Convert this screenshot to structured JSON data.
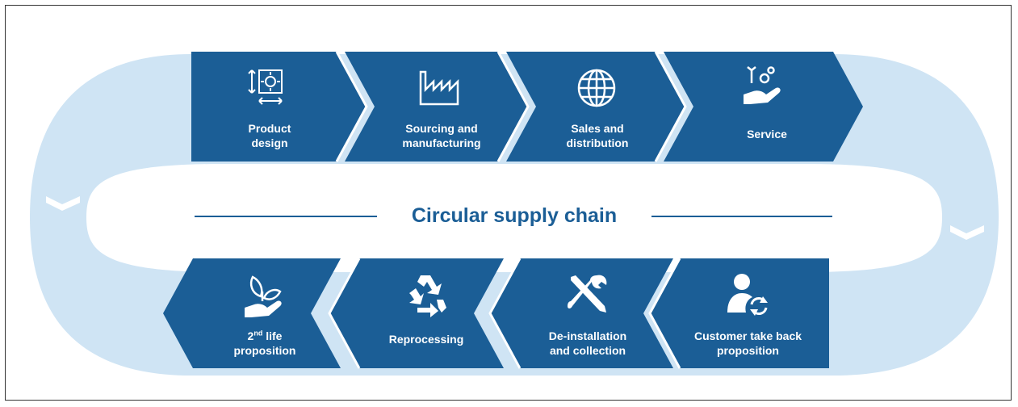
{
  "center_title": "Circular supply chain",
  "colors": {
    "primary_blue": "#1b5e96",
    "light_blue": "#cfe4f4",
    "white": "#ffffff"
  },
  "top_steps": [
    {
      "label": "Product\ndesign",
      "icon": "product-design-icon"
    },
    {
      "label": "Sourcing and\nmanufacturing",
      "icon": "factory-icon"
    },
    {
      "label": "Sales and\ndistribution",
      "icon": "globe-icon"
    },
    {
      "label": "Service",
      "icon": "service-hand-gear-icon"
    }
  ],
  "bottom_steps": [
    {
      "label_prefix": "2",
      "label_sup": "nd",
      "label_suffix": " life\nproposition",
      "icon": "plant-hand-icon"
    },
    {
      "label": "Reprocessing",
      "icon": "recycle-icon"
    },
    {
      "label": "De-installation\nand collection",
      "icon": "tools-icon"
    },
    {
      "label": "Customer take back\nproposition",
      "icon": "person-cycle-icon"
    }
  ]
}
